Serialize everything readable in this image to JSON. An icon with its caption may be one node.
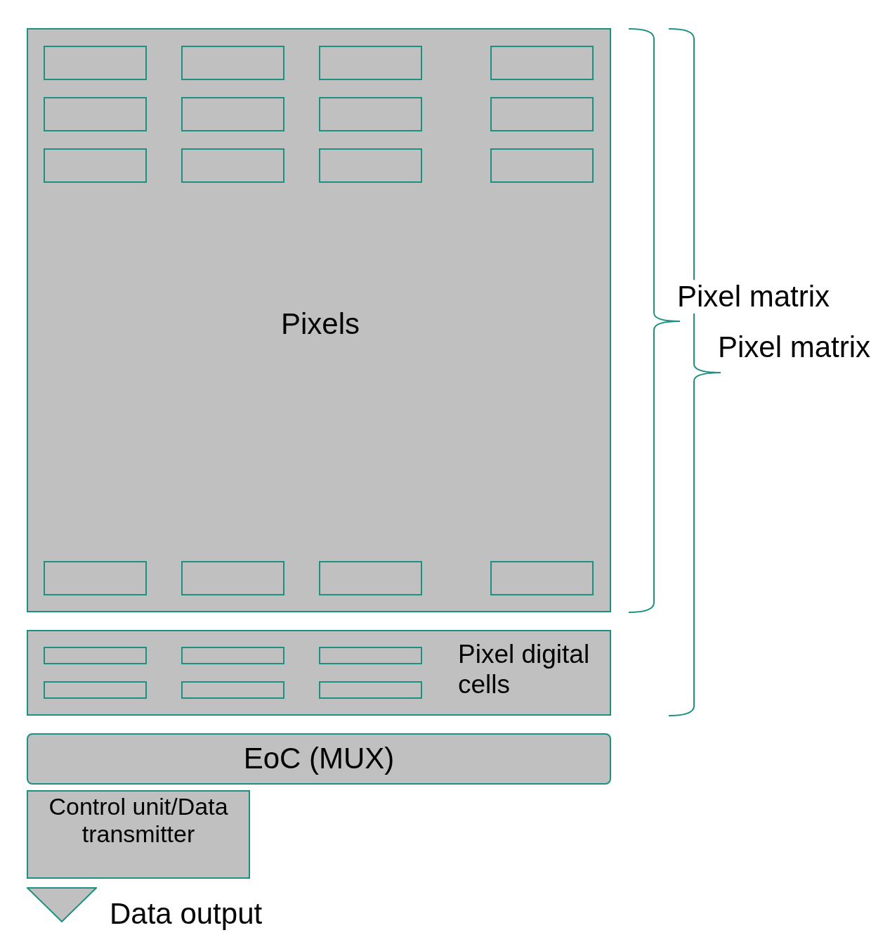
{
  "diagram": {
    "nodes": [
      {
        "text": [
          "Pixels"
        ]
      },
      {
        "text": [],
        "shape": "box",
        "in": 0
      },
      {
        "text": [],
        "shape": "box",
        "in": 0
      },
      {
        "text": [],
        "shape": "box",
        "in": 0
      },
      {
        "text": [],
        "shape": "box",
        "in": 0
      },
      {
        "text": [],
        "shape": "box",
        "in": 0
      },
      {
        "text": [],
        "shape": "box",
        "in": 0
      },
      {
        "text": [],
        "shape": "box",
        "in": 0
      },
      {
        "text": [],
        "shape": "box",
        "in": 0
      },
      {
        "text": [],
        "shape": "box",
        "in": 0
      },
      {
        "text": [],
        "shape": "box",
        "in": 0
      },
      {
        "text": [],
        "shape": "box",
        "in": 0
      },
      {
        "text": [],
        "shape": "box",
        "in": 0
      },
      {
        "text": [],
        "shape": "box",
        "in": 0
      },
      {
        "text": [],
        "shape": "box",
        "in": 0
      },
      {
        "text": [],
        "shape": "box",
        "in": 0
      },
      {
        "text": [],
        "shape": "box",
        "in": 0
      },
      {
        "text": [
          "Pixel digital cells"
        ]
      },
      {
        "text": [],
        "shape": "box",
        "in": 17
      },
      {
        "text": [],
        "shape": "box",
        "in": 17
      },
      {
        "text": [],
        "shape": "box",
        "in": 17
      },
      {
        "text": [],
        "shape": "box",
        "in": 17
      },
      {
        "text": [],
        "shape": "box",
        "in": 17
      },
      {
        "text": [],
        "shape": "box",
        "in": 17
      },
      {
        "text": [
          "EoC (MUX)"
        ]
      },
      {
        "text": [
          "Control unit/Data transmitter"
        ]
      },
      {
        "text": [],
        "shape": "triangle",
        "beside": [
          "Data output"
        ]
      }
    ],
    "labels": [
      "Pixel matrix",
      "Pixel matrix"
    ]
  }
}
